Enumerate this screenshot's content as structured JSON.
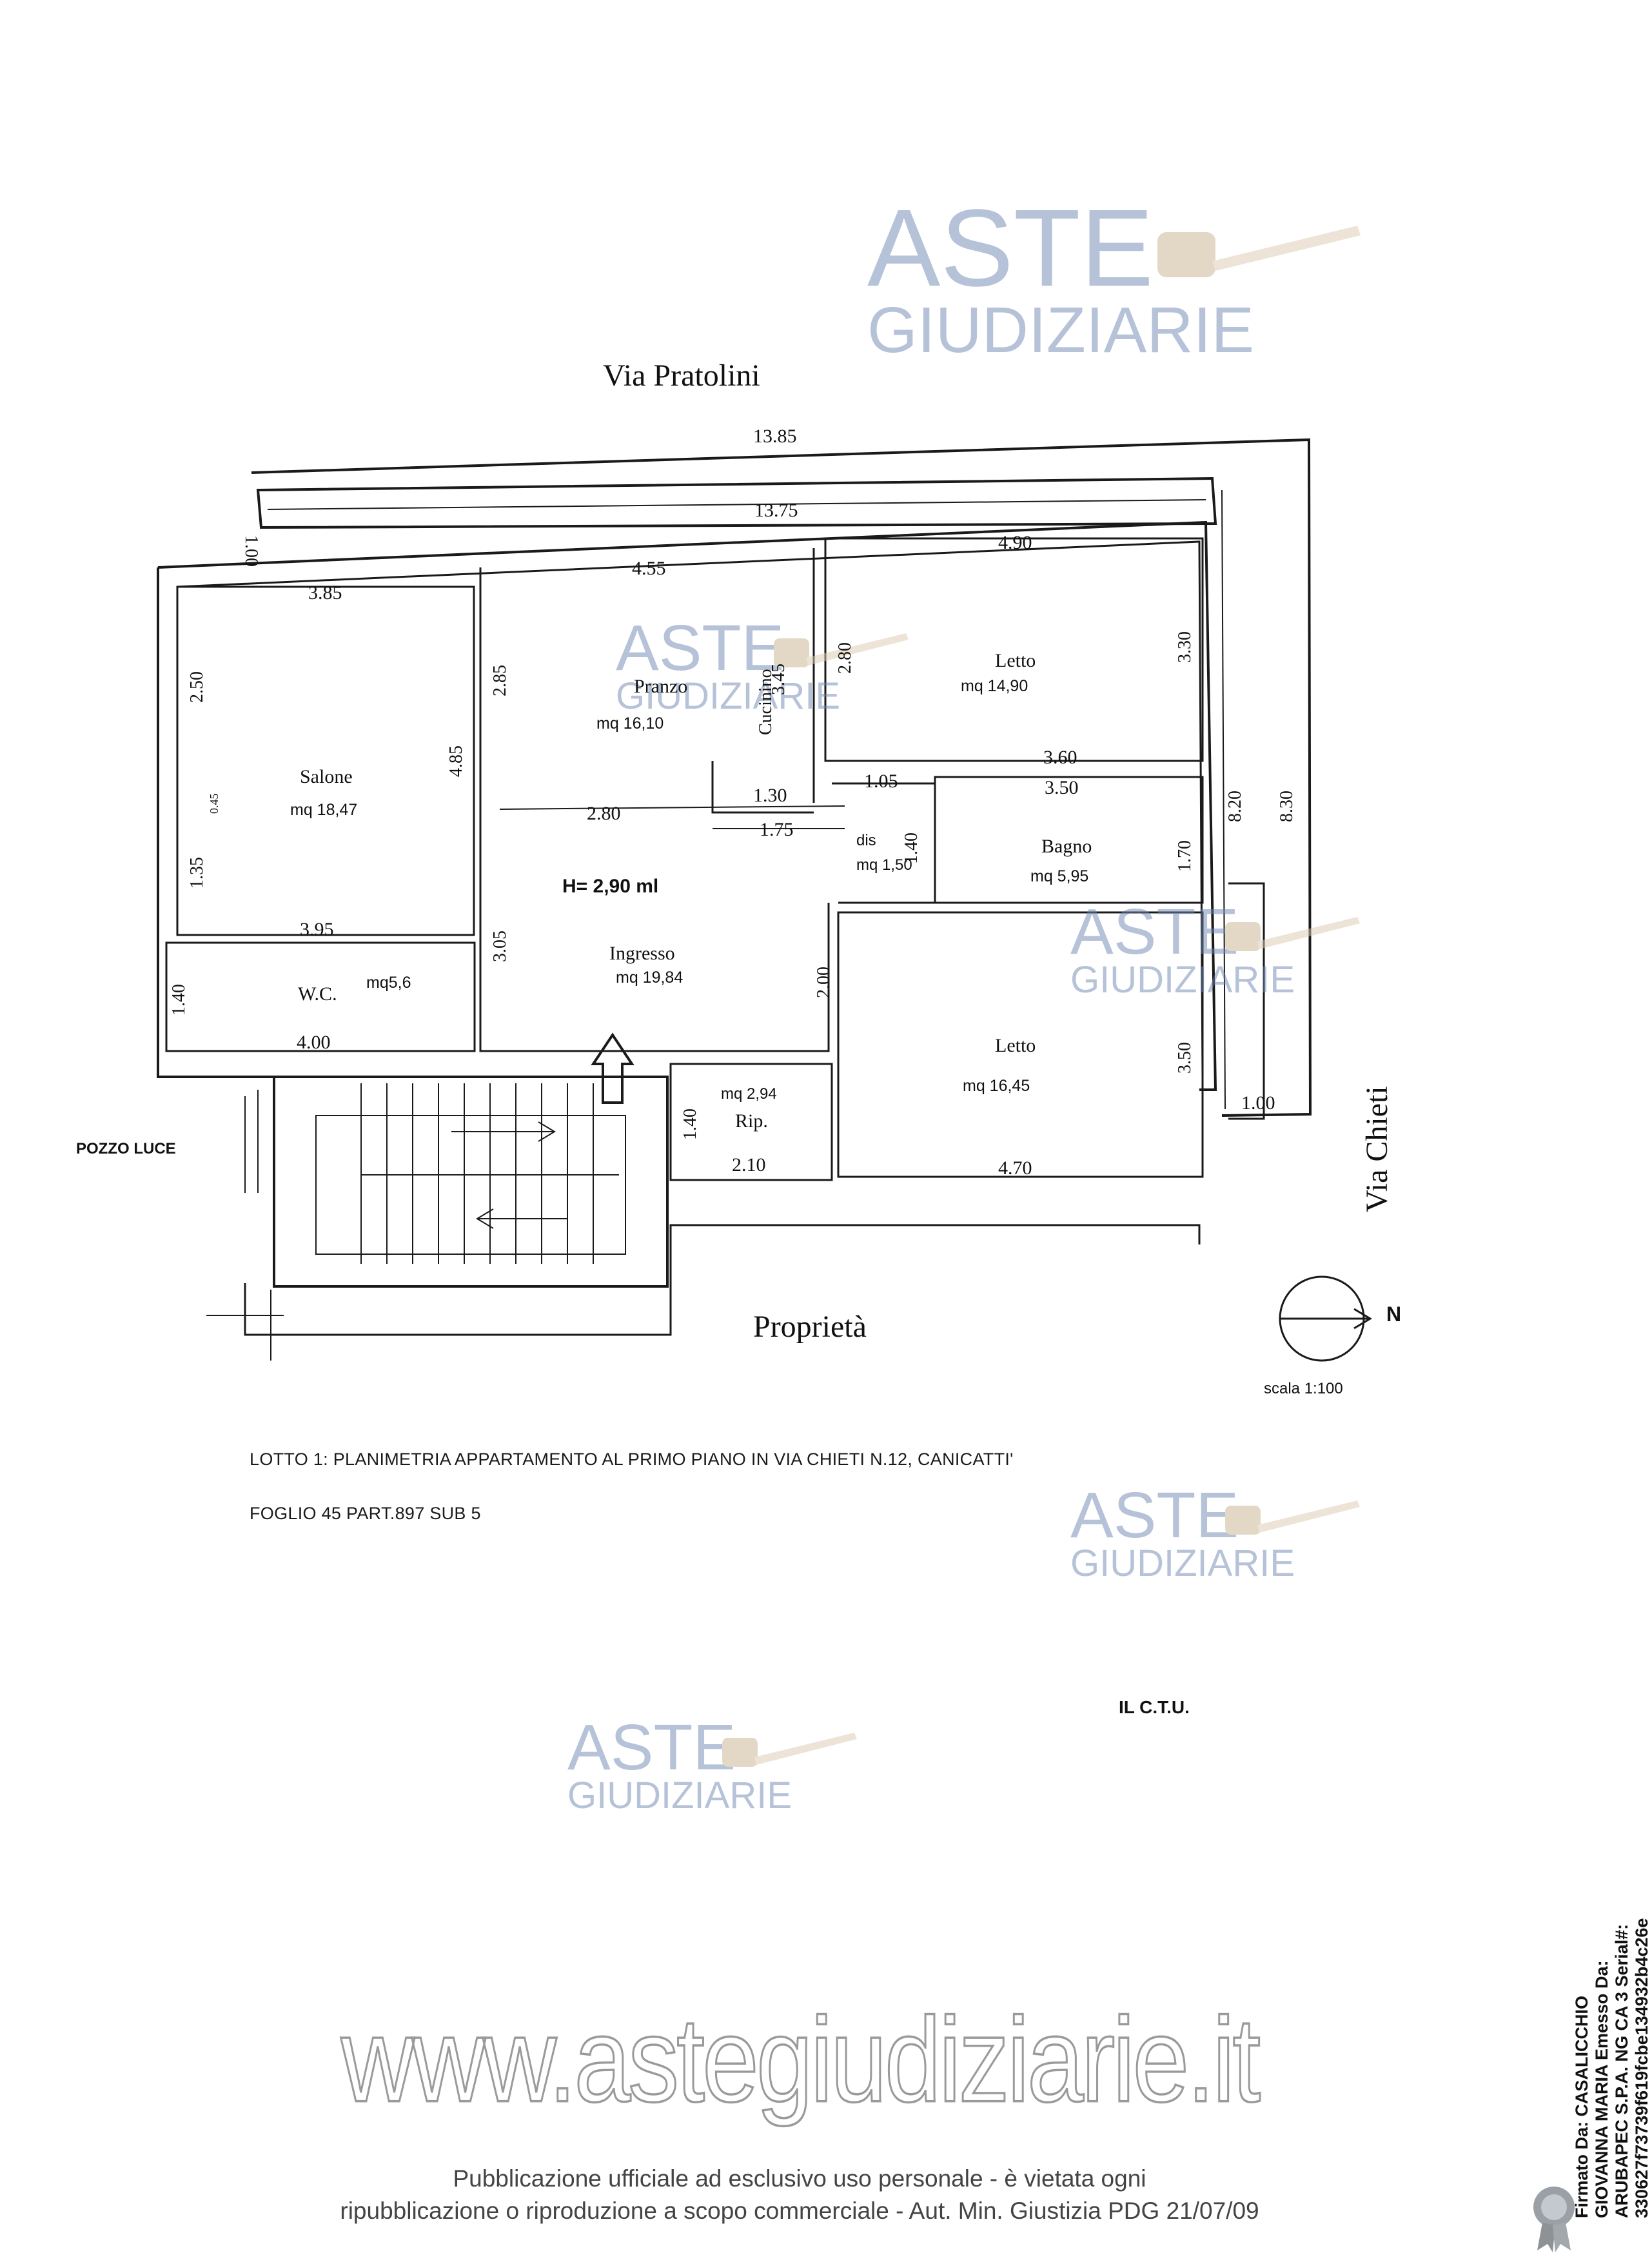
{
  "streets": {
    "north": "Via Pratolini",
    "east": "Via Chieti",
    "south": "Proprietà"
  },
  "rooms": [
    {
      "name": "Salone",
      "area": "mq 18,47"
    },
    {
      "name": "Pranzo",
      "area": "mq 16,10"
    },
    {
      "name": "Cucinino",
      "area": ""
    },
    {
      "name": "Letto",
      "area": "mq 14,90"
    },
    {
      "name": "Bagno",
      "area": "mq 5,95"
    },
    {
      "name": "dis",
      "area": "mq 1,50"
    },
    {
      "name": "Ingresso",
      "area": "mq 19,84"
    },
    {
      "name": "W.C.",
      "area": "mq5,6"
    },
    {
      "name": "Letto",
      "area": "mq 16,45"
    },
    {
      "name": "Rip.",
      "area": "mq 2,94"
    }
  ],
  "height_label": "H= 2,90 ml",
  "pozzo_luce": "POZZO LUCE",
  "dimensions": {
    "d_13_85": "13.85",
    "d_13_75": "13.75",
    "d_1_00_top": "1.00",
    "d_4_55": "4.55",
    "d_4_90": "4.90",
    "d_3_85": "3.85",
    "d_2_50": "2.50",
    "d_0_45": "0.45",
    "d_1_35": "1.35",
    "d_3_95": "3.95",
    "d_4_85": "4.85",
    "d_2_85": "2.85",
    "d_3_45": "3.45",
    "d_2_80_v": "2.80",
    "d_3_30": "3.30",
    "d_3_60": "3.60",
    "d_1_05": "1.05",
    "d_3_50_top": "3.50",
    "d_1_30": "1.30",
    "d_2_80_h": "2.80",
    "d_1_75": "1.75",
    "d_1_40_dis": "1.40",
    "d_1_70": "1.70",
    "d_8_20": "8.20",
    "d_8_30": "8.30",
    "d_3_05": "3.05",
    "d_2_00": "2.00",
    "d_1_40_wc": "1.40",
    "d_4_00": "4.00",
    "d_3_50_side": "3.50",
    "d_1_00_side": "1.00",
    "d_1_40_rip": "1.40",
    "d_2_10": "2.10",
    "d_4_70": "4.70"
  },
  "compass": {
    "label": "N",
    "scale": "scala 1:100"
  },
  "captions": {
    "line1": "LOTTO 1: PLANIMETRIA APPARTAMENTO AL PRIMO PIANO IN VIA CHIETI N.12, CANICATTI'",
    "line2": "FOGLIO 45 PART.897 SUB 5",
    "ctu": "IL C.T.U."
  },
  "watermark": {
    "aste": "ASTE",
    "giudiziarie": "GIUDIZIARIE"
  },
  "site_url": "www.astegiudiziarie.it",
  "footer": {
    "line1": "Pubblicazione ufficiale ad esclusivo uso personale - è vietata ogni",
    "line2": "ripubblicazione o riproduzione a scopo commerciale - Aut. Min. Giustizia PDG 21/07/09"
  },
  "signature": "Firmato Da: CASALICCHIO GIOVANNA MARIA Emesso Da: ARUBAPEC S.P.A. NG CA 3 Serial#: 330627f73739f619fcbe134932b4c26e",
  "colors": {
    "wall": "#1a1a1a",
    "watermark": "#6f86b3",
    "url_stroke": "#9a9a9a"
  }
}
